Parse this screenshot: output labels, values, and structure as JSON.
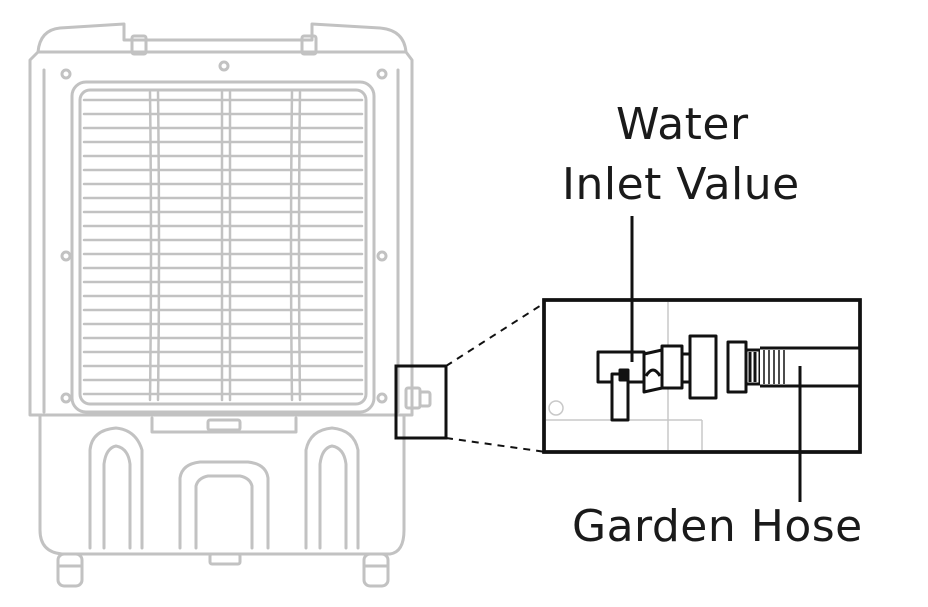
{
  "labels": {
    "water_line1": "Water",
    "water_line2": "Inlet Value",
    "hose": "Garden Hose"
  },
  "colors": {
    "outline_light": "#c2c2c2",
    "outline_dark": "#111111",
    "text": "#1a1a1a"
  },
  "icons": [
    "air-cooler-illustration",
    "water-inlet-valve-icon",
    "garden-hose-icon"
  ]
}
